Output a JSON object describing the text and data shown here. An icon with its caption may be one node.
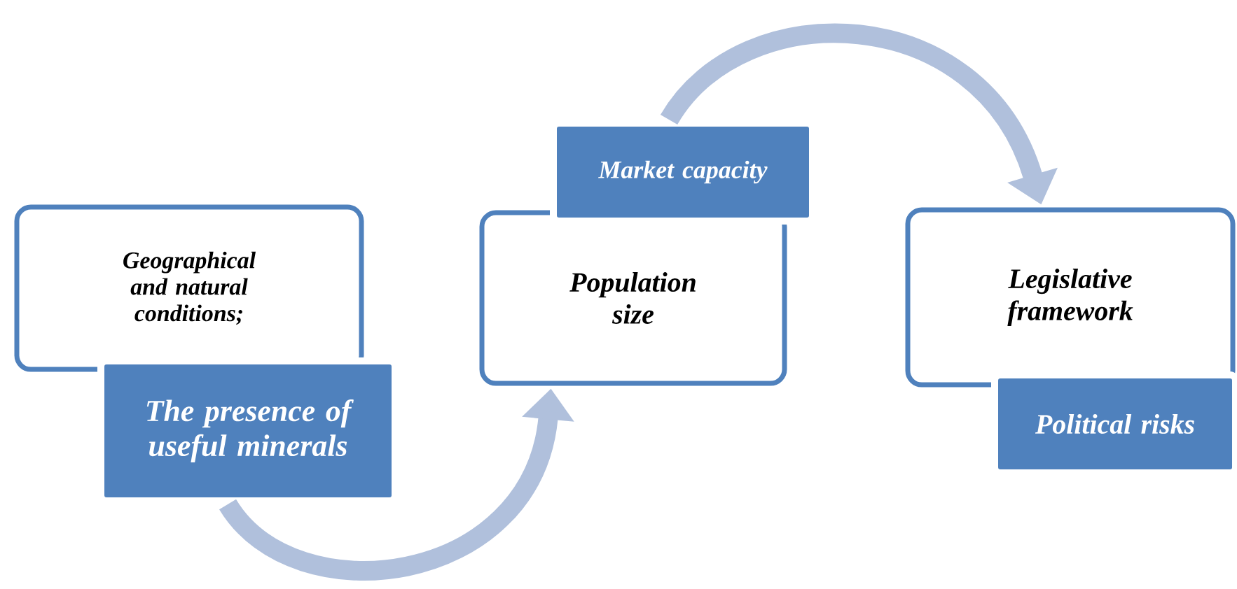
{
  "diagram": {
    "nodes": [
      {
        "text": [
          "Geographical and natural conditions;"
        ]
      },
      {
        "text": [
          "The presence of useful minerals"
        ]
      },
      {
        "text": [
          "Population size"
        ]
      },
      {
        "text": [
          "Market capacity"
        ]
      },
      {
        "text": [
          "Legislative framework"
        ]
      },
      {
        "text": [
          "Political risks"
        ]
      }
    ],
    "edges": [
      {
        "from": 1,
        "to": 2,
        "arrow": "to"
      },
      {
        "from": 3,
        "to": 4,
        "arrow": "to"
      }
    ]
  }
}
